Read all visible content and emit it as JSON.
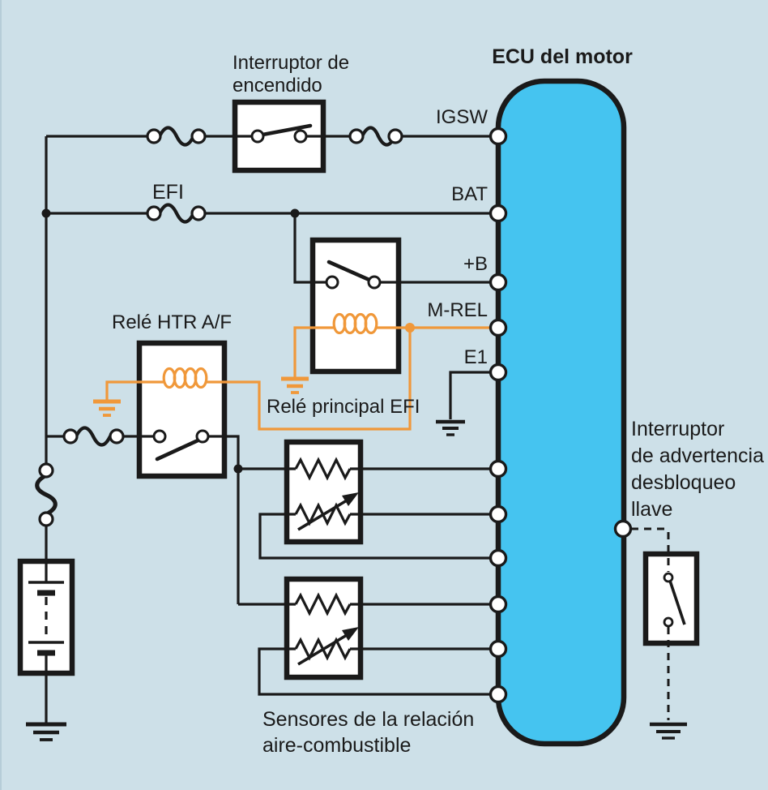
{
  "diagram_type": "automotive wiring diagram",
  "colors": {
    "background": "#cde0e8",
    "ecu_fill": "#45c4f0",
    "wire_black": "#1a1a1a",
    "coil_orange": "#f0983a",
    "component_fill": "#ffffff"
  },
  "ecu": {
    "title": "ECU del motor",
    "terminals": {
      "igsw": "IGSW",
      "bat": "BAT",
      "plus_b": "+B",
      "m_rel": "M-REL",
      "e1": "E1"
    }
  },
  "components": {
    "ignition_switch_label": "Interruptor de\nencendido",
    "efi_fuse_label": "EFI",
    "htr_relay_label": "Relé HTR A/F",
    "efi_main_relay_label": "Relé principal EFI",
    "af_sensors_label": "Sensores de la relación\naire-combustible",
    "key_warning_switch_label": "Interruptor\nde advertencia\ndesbloqueo\nllave"
  }
}
